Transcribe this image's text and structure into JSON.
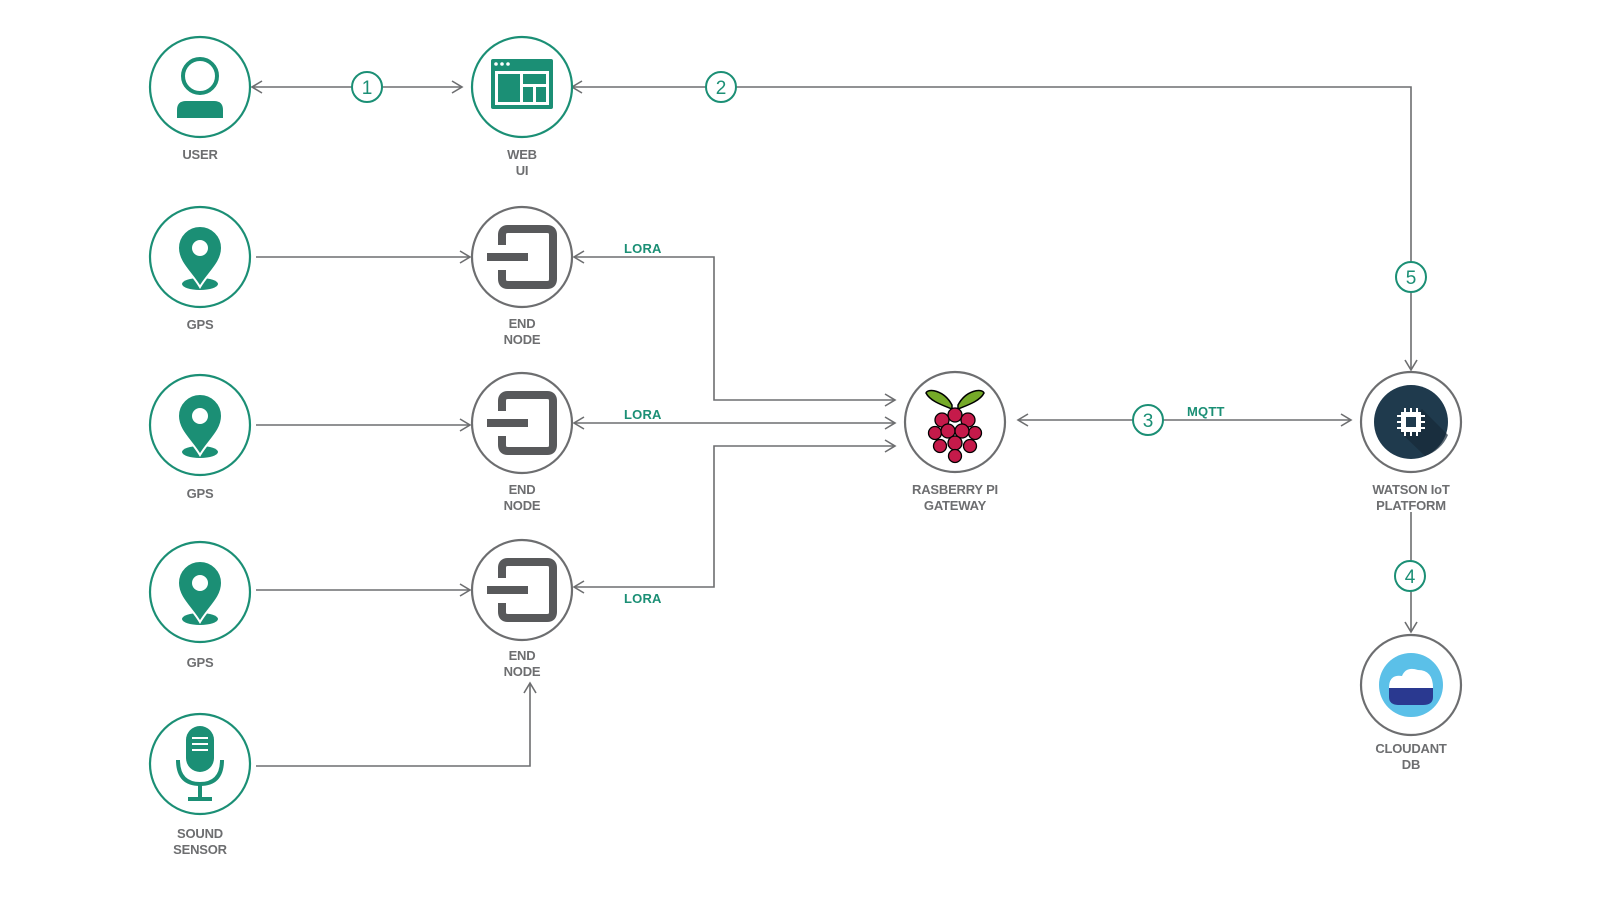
{
  "nodes": {
    "user": {
      "label": [
        "USER"
      ]
    },
    "web_ui": {
      "label": [
        "WEB",
        "UI"
      ]
    },
    "gps1": {
      "label": [
        "GPS"
      ]
    },
    "gps2": {
      "label": [
        "GPS"
      ]
    },
    "gps3": {
      "label": [
        "GPS"
      ]
    },
    "sound_sensor": {
      "label": [
        "SOUND",
        "SENSOR"
      ]
    },
    "end_node1": {
      "label": [
        "END",
        "NODE"
      ]
    },
    "end_node2": {
      "label": [
        "END",
        "NODE"
      ]
    },
    "end_node3": {
      "label": [
        "END",
        "NODE"
      ]
    },
    "gateway": {
      "label": [
        "RASBERRY PI",
        "GATEWAY"
      ]
    },
    "watson": {
      "label": [
        "WATSON IoT",
        "PLATFORM"
      ]
    },
    "cloudant": {
      "label": [
        "CLOUDANT",
        "DB"
      ]
    }
  },
  "edge_labels": {
    "lora1": "LORA",
    "lora2": "LORA",
    "lora3": "LORA",
    "mqtt": "MQTT"
  },
  "steps": [
    "1",
    "2",
    "3",
    "4",
    "5"
  ],
  "colors": {
    "accent": "#1b8f75",
    "line": "#6d6e70",
    "node_gray": "#58595b",
    "watson_bg": "#1f3a4d",
    "cloudant_blue": "#5bc0e8",
    "cloudant_navy": "#2a3990",
    "raspberry_red": "#c51a4a",
    "leaf_green": "#75a928"
  },
  "icons": {
    "user": "user-icon",
    "web_ui": "web-ui-icon",
    "gps": "map-pin-icon",
    "sound_sensor": "microphone-icon",
    "end_node": "end-node-icon",
    "gateway": "raspberry-pi-icon",
    "watson": "chip-icon",
    "cloudant": "cloudant-icon"
  }
}
